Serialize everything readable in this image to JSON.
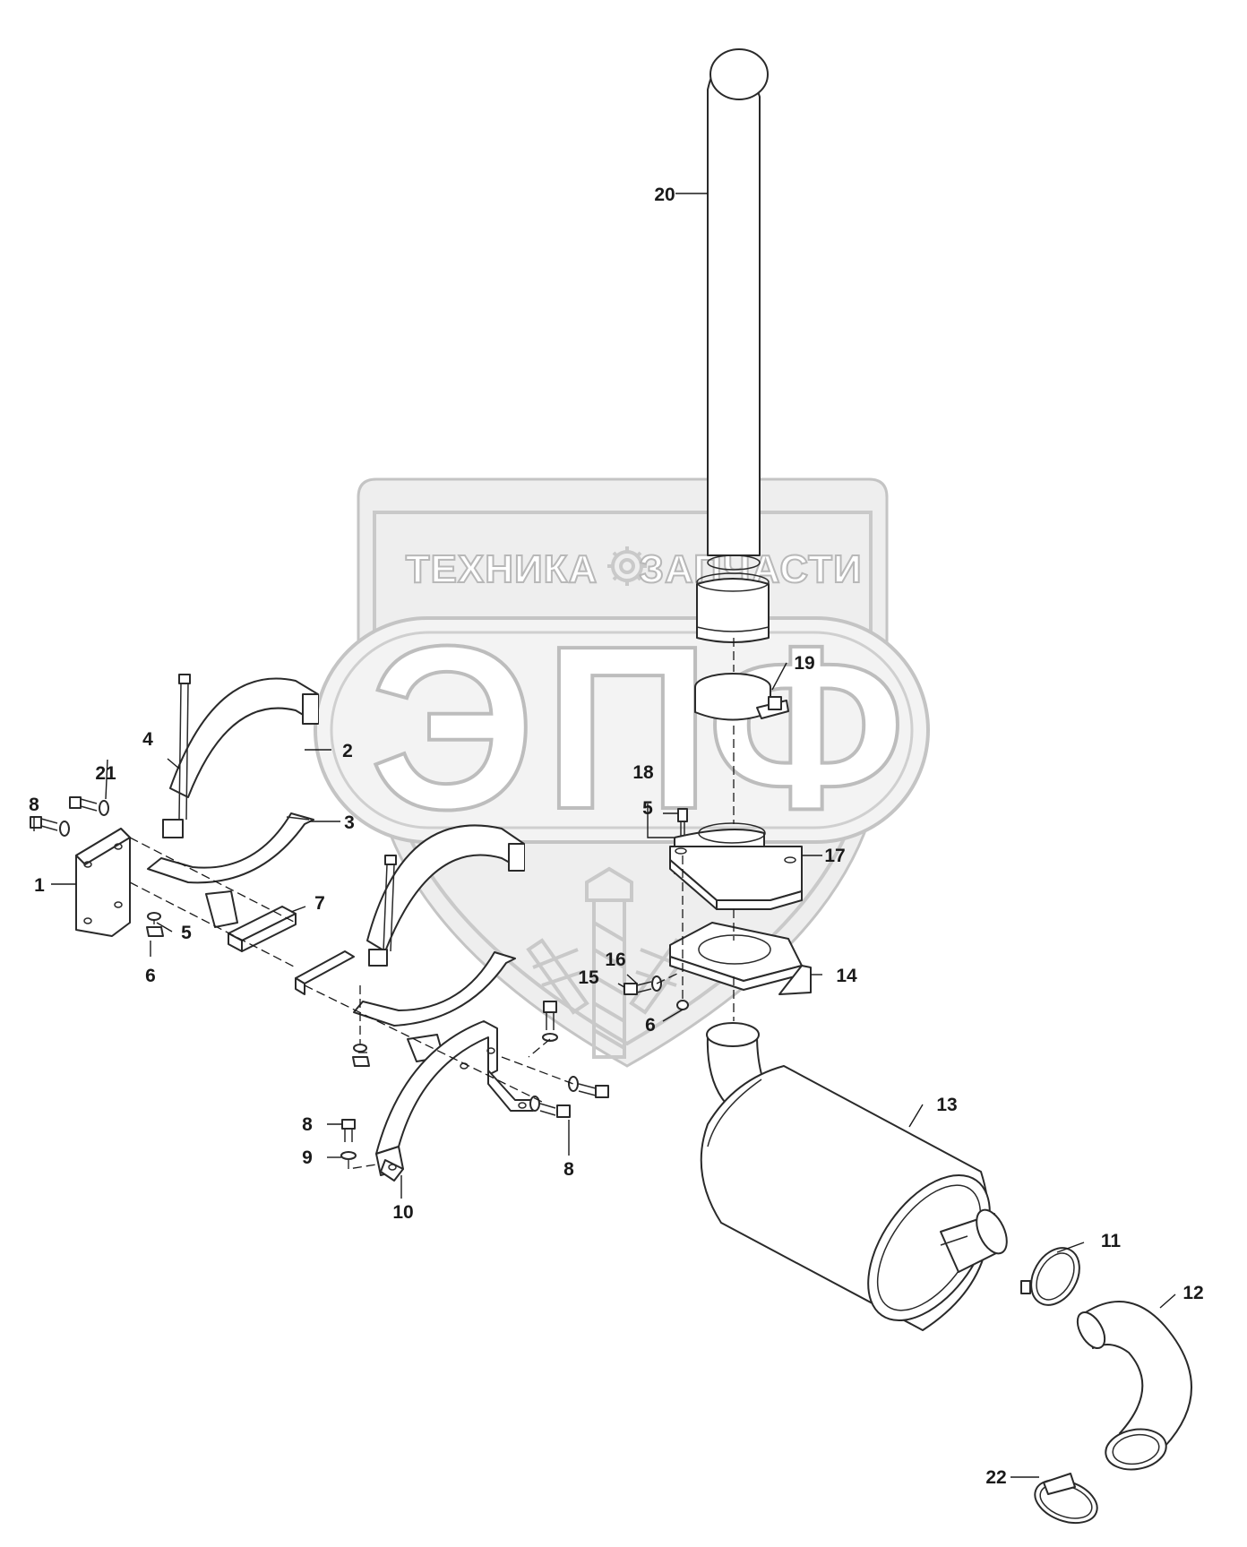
{
  "watermark": {
    "left_word": "ТЕХНИКА",
    "right_word": "ЗАПЧАСТИ",
    "big_letters": [
      "Э",
      "П",
      "Ф"
    ],
    "colors": {
      "stroke": "#c4c4c4",
      "fill": "#eeeeee"
    }
  },
  "callouts": [
    "1",
    "2",
    "3",
    "4",
    "5",
    "5",
    "6",
    "6",
    "7",
    "8",
    "8",
    "8",
    "9",
    "10",
    "11",
    "12",
    "13",
    "14",
    "15",
    "16",
    "17",
    "18",
    "19",
    "20",
    "21",
    "22"
  ],
  "colors": {
    "line": "#2a2a2a",
    "text": "#1a1a1a",
    "background": "#ffffff"
  }
}
